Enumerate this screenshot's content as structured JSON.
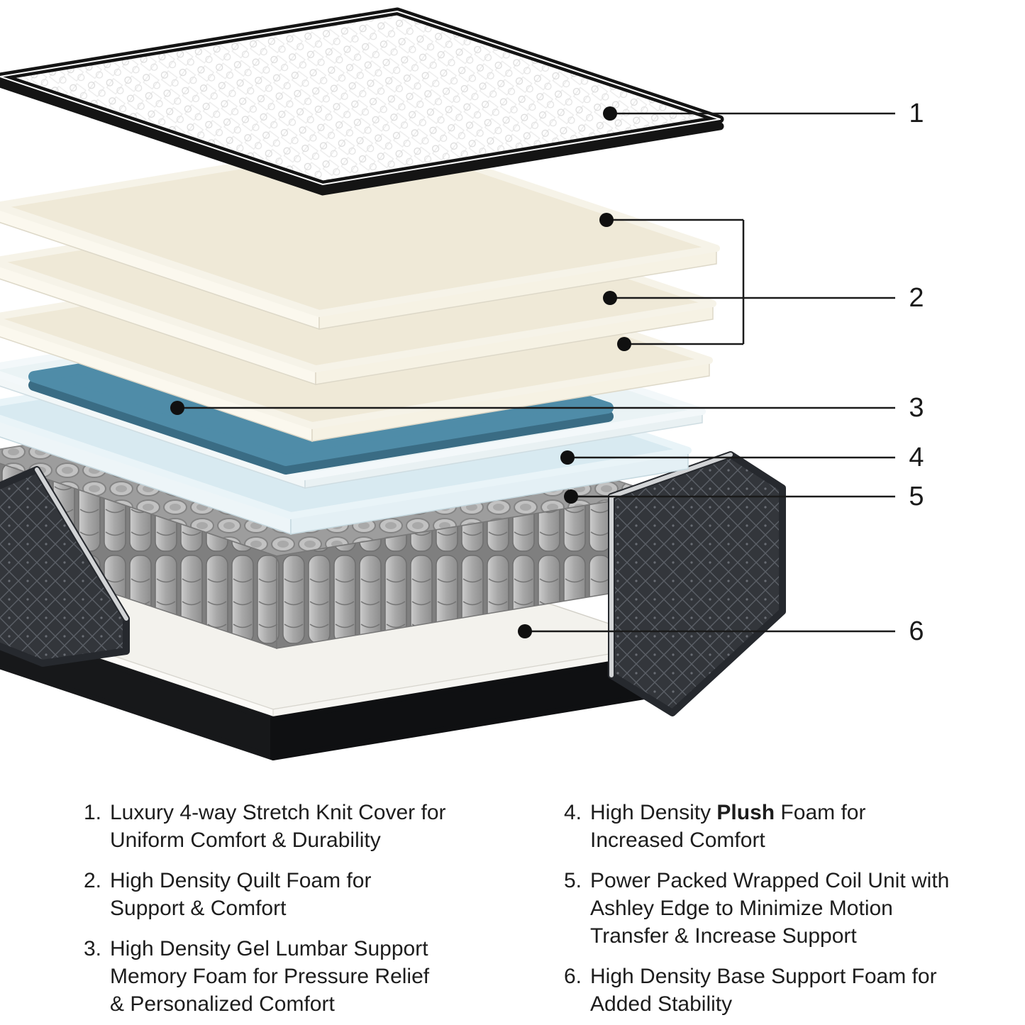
{
  "callouts": [
    "1",
    "2",
    "3",
    "4",
    "5",
    "6"
  ],
  "legend": {
    "left": [
      {
        "num": "1.",
        "lines": [
          "Luxury 4-way Stretch Knit Cover for",
          "Uniform Comfort & Durability"
        ]
      },
      {
        "num": "2.",
        "lines": [
          "High Density Quilt Foam for",
          "Support & Comfort"
        ]
      },
      {
        "num": "3.",
        "lines": [
          "High Density Gel Lumbar Support",
          "Memory Foam for Pressure Relief",
          "& Personalized Comfort"
        ]
      }
    ],
    "right": [
      {
        "num": "4.",
        "line1_prefix": "High Density ",
        "line1_bold": "Plush",
        "line1_suffix": " Foam for",
        "line2": "Increased Comfort"
      },
      {
        "num": "5.",
        "lines": [
          "Power Packed Wrapped Coil Unit with",
          "Ashley Edge to Minimize Motion",
          "Transfer & Increase Support"
        ]
      },
      {
        "num": "6.",
        "lines": [
          "High Density Base Support Foam for",
          "Added Stability"
        ]
      }
    ]
  },
  "colors": {
    "cover_border": "#141414",
    "cream_foam": "#efe9d7",
    "gel_foam": "#4f8ca8",
    "plush_foam": "#d8eaf1",
    "coil_gray": "#a9a9a9",
    "fabric_dark": "#33363b",
    "base_black": "#17181a",
    "callout_line": "#1a1a1a"
  }
}
